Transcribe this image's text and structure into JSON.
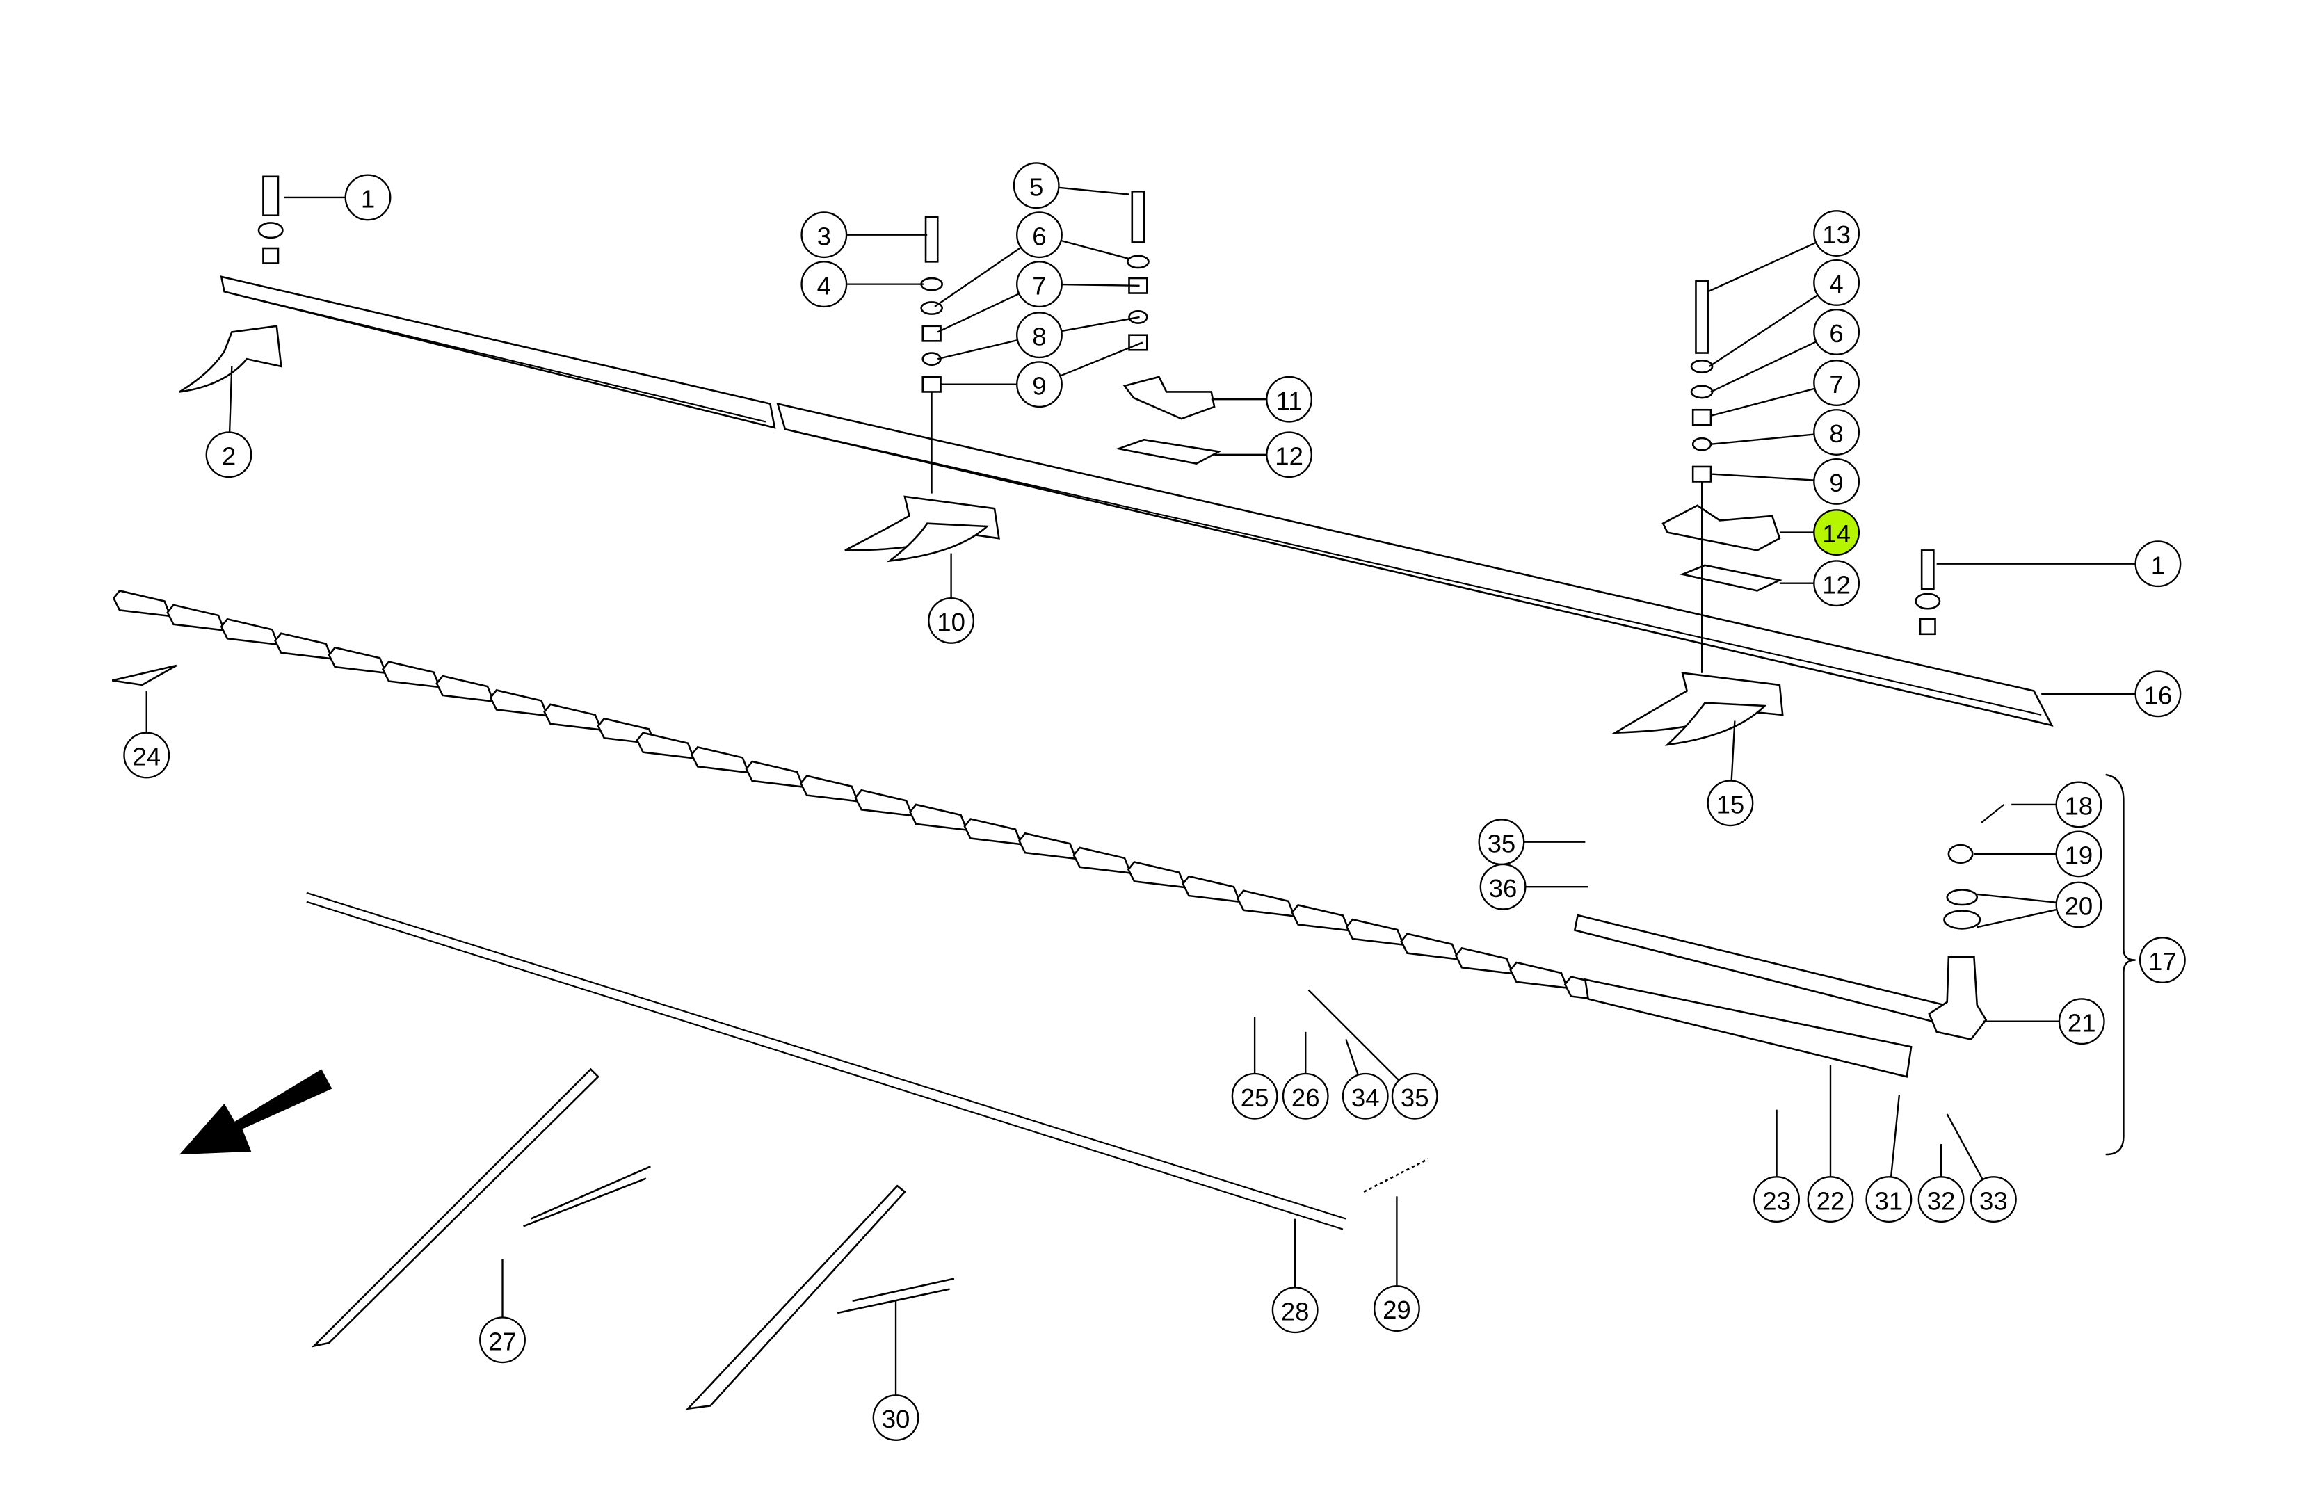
{
  "diagram": {
    "highlight_color": "#b5f500",
    "highlighted_part": "14",
    "callouts": [
      "1",
      "1",
      "2",
      "3",
      "4",
      "5",
      "6",
      "7",
      "8",
      "9",
      "10",
      "11",
      "12",
      "13",
      "4",
      "6",
      "7",
      "8",
      "9",
      "14",
      "12",
      "15",
      "16",
      "24",
      "17",
      "18",
      "19",
      "20",
      "21",
      "35",
      "36",
      "25",
      "26",
      "34",
      "35",
      "22",
      "23",
      "31",
      "32",
      "33",
      "27",
      "28",
      "29",
      "30"
    ],
    "direction_icon": "arrow-down-left-icon"
  }
}
